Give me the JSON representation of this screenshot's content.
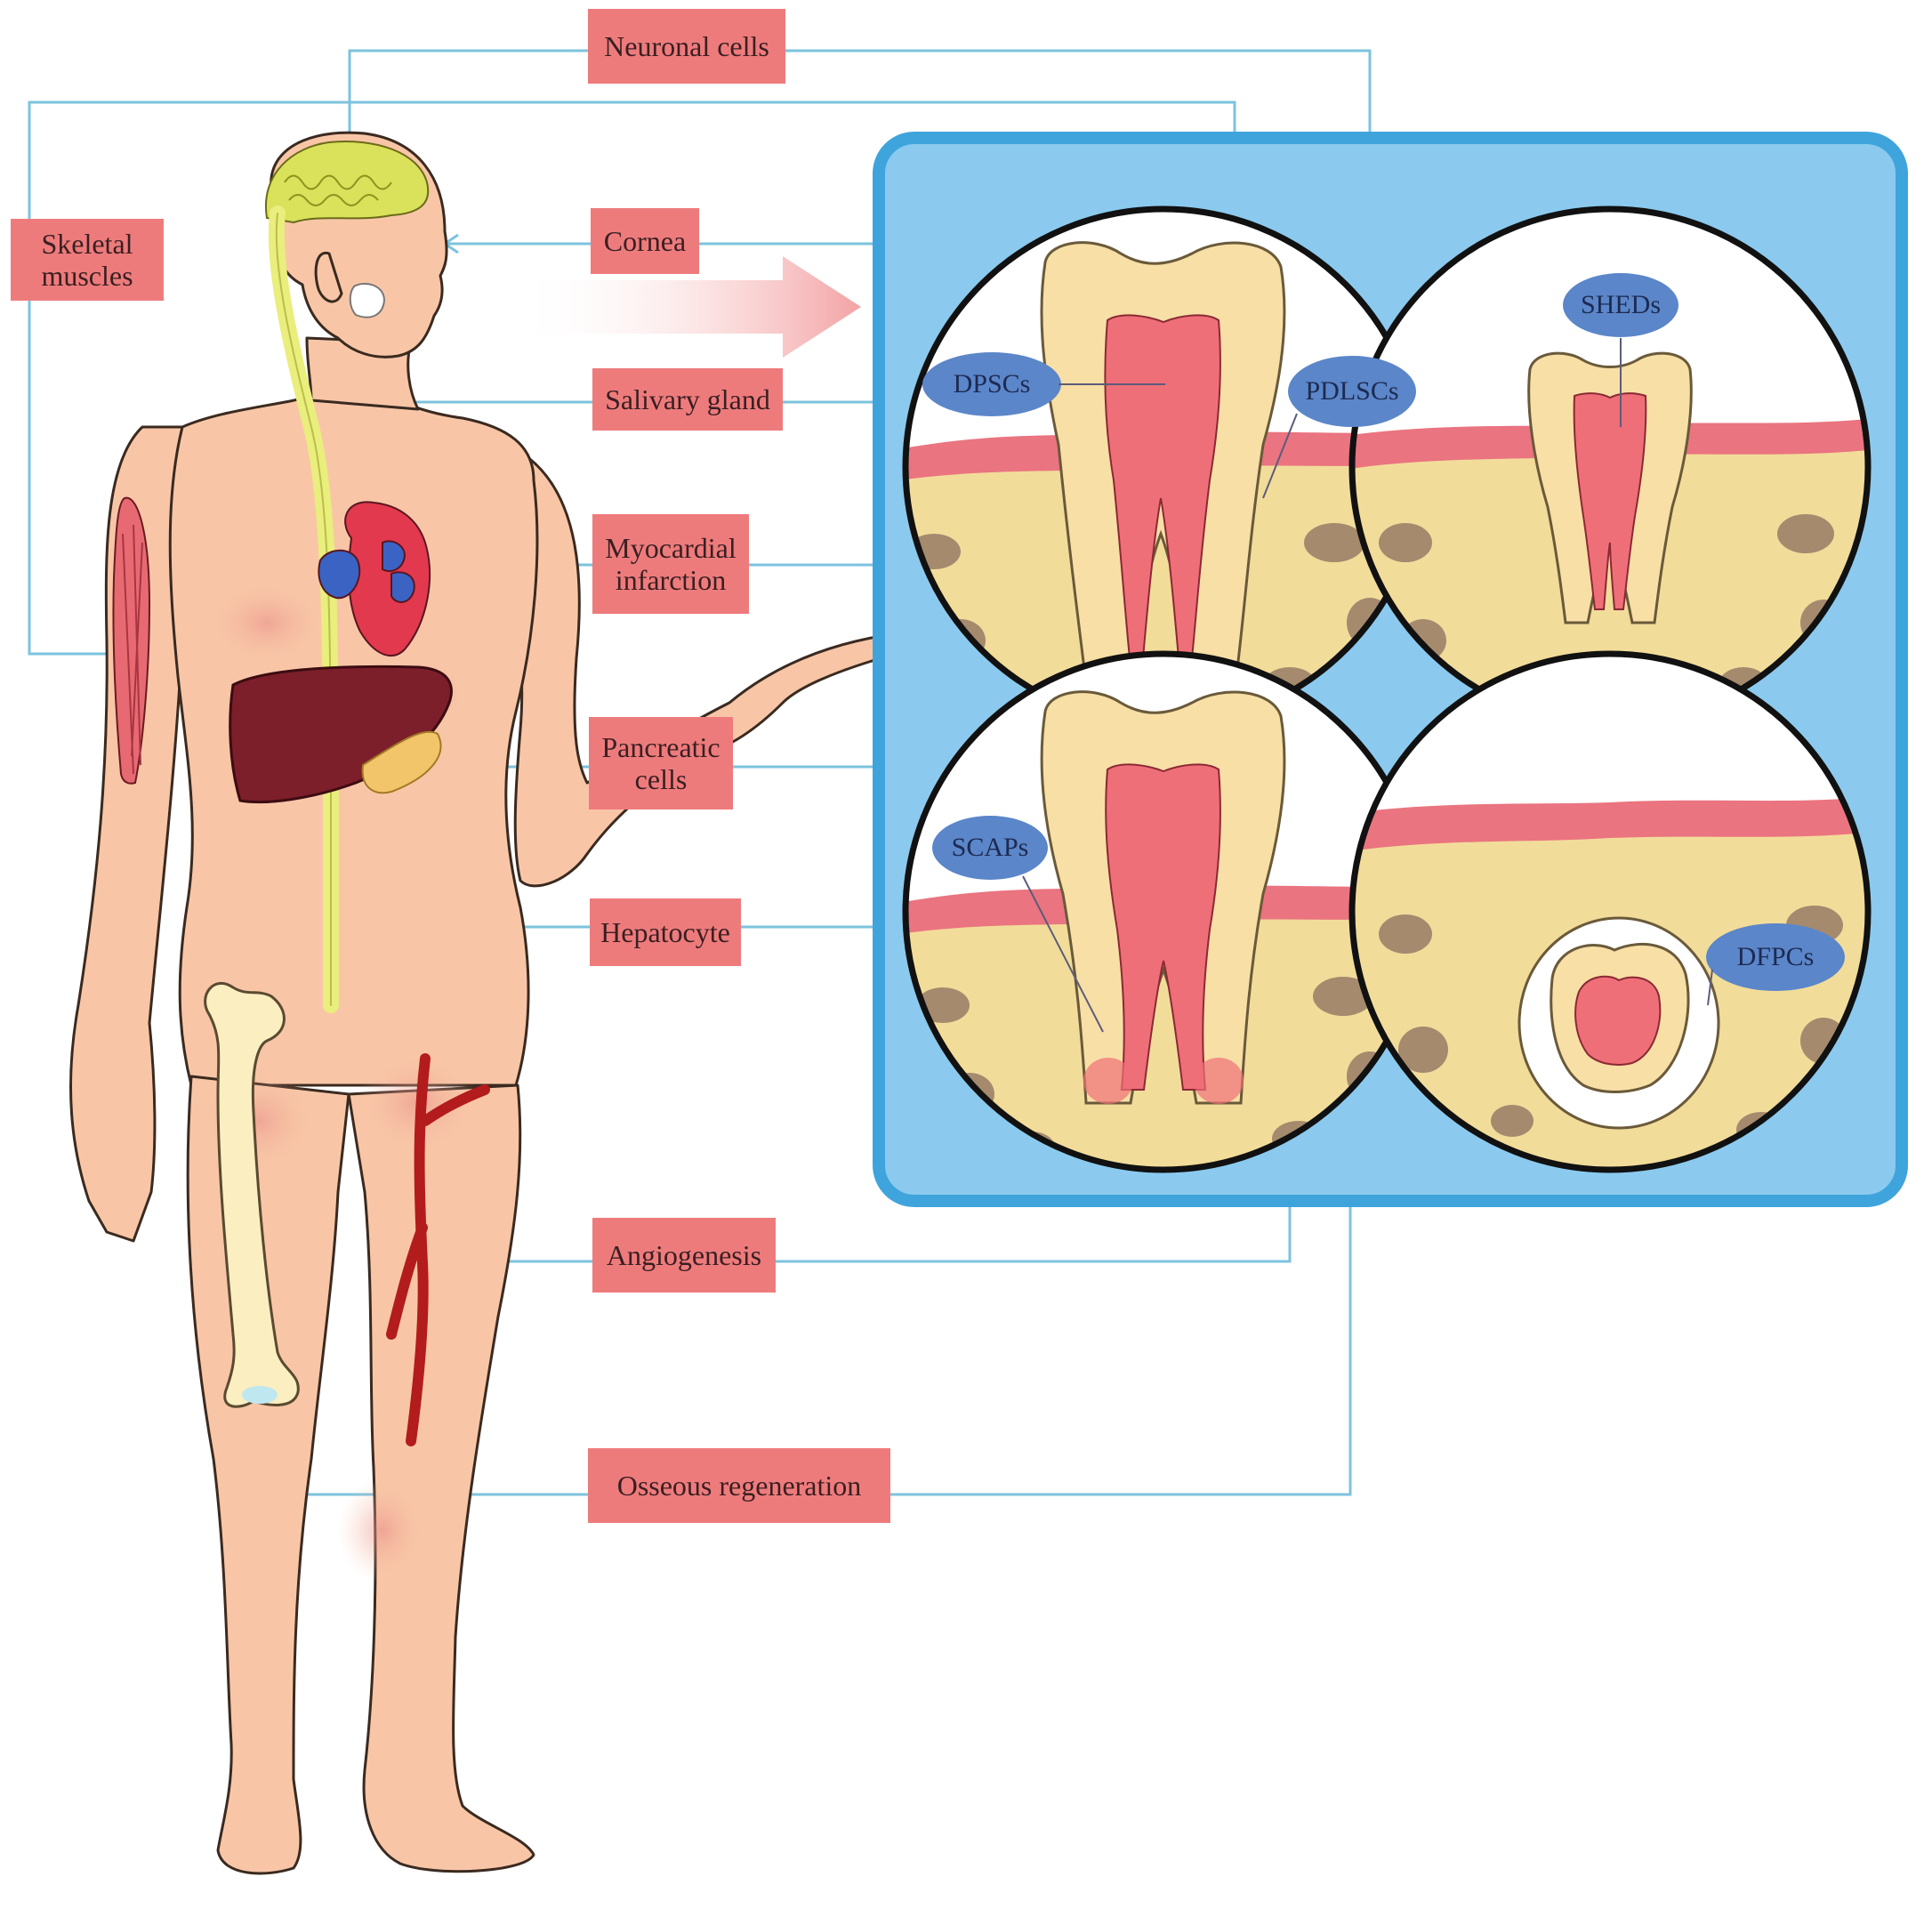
{
  "colors": {
    "label_box": "#ee7b7c",
    "connector": "#7cc3dd",
    "panel_fill": "#8bcaee",
    "panel_border": "#3fa4dc",
    "skin": "#f8c6a7",
    "skin_outline": "#3a2a20",
    "nerve": "#e9ee7c",
    "brain": "#d9e25a",
    "liver": "#7c1f2a",
    "pancreas": "#f3c56a",
    "heart_red": "#e2394e",
    "heart_blue": "#3a63c4",
    "bone": "#fbeec0",
    "vessel": "#b31c1c",
    "pulp": "#ef6f78",
    "dentin": "#f7dfa6",
    "gum": "#ea7480",
    "alveolar_bone": "#f2dc9a",
    "trabecula": "#a58a6e",
    "cell_ellipse": "#5b86c9",
    "arrow": "#f6b1b1"
  },
  "targets": [
    {
      "id": "neuronal",
      "label": "Neuronal cells"
    },
    {
      "id": "skeletal",
      "label": "Skeletal muscles"
    },
    {
      "id": "cornea",
      "label": "Cornea"
    },
    {
      "id": "salivary",
      "label": "Salivary gland"
    },
    {
      "id": "myocardial",
      "label": "Myocardial infarction"
    },
    {
      "id": "pancreatic",
      "label": "Pancreatic cells"
    },
    {
      "id": "hepatocyte",
      "label": "Hepatocyte"
    },
    {
      "id": "angiogenesis",
      "label": "Angiogenesis"
    },
    {
      "id": "osseous",
      "label": "Osseous regeneration"
    }
  ],
  "stem_cells": [
    {
      "id": "dpscs",
      "label": "DPSCs"
    },
    {
      "id": "pdlscs",
      "label": "PDLSCs"
    },
    {
      "id": "sheds",
      "label": "SHEDs"
    },
    {
      "id": "scaps",
      "label": "SCAPs"
    },
    {
      "id": "dfpcs",
      "label": "DFPCs"
    }
  ]
}
